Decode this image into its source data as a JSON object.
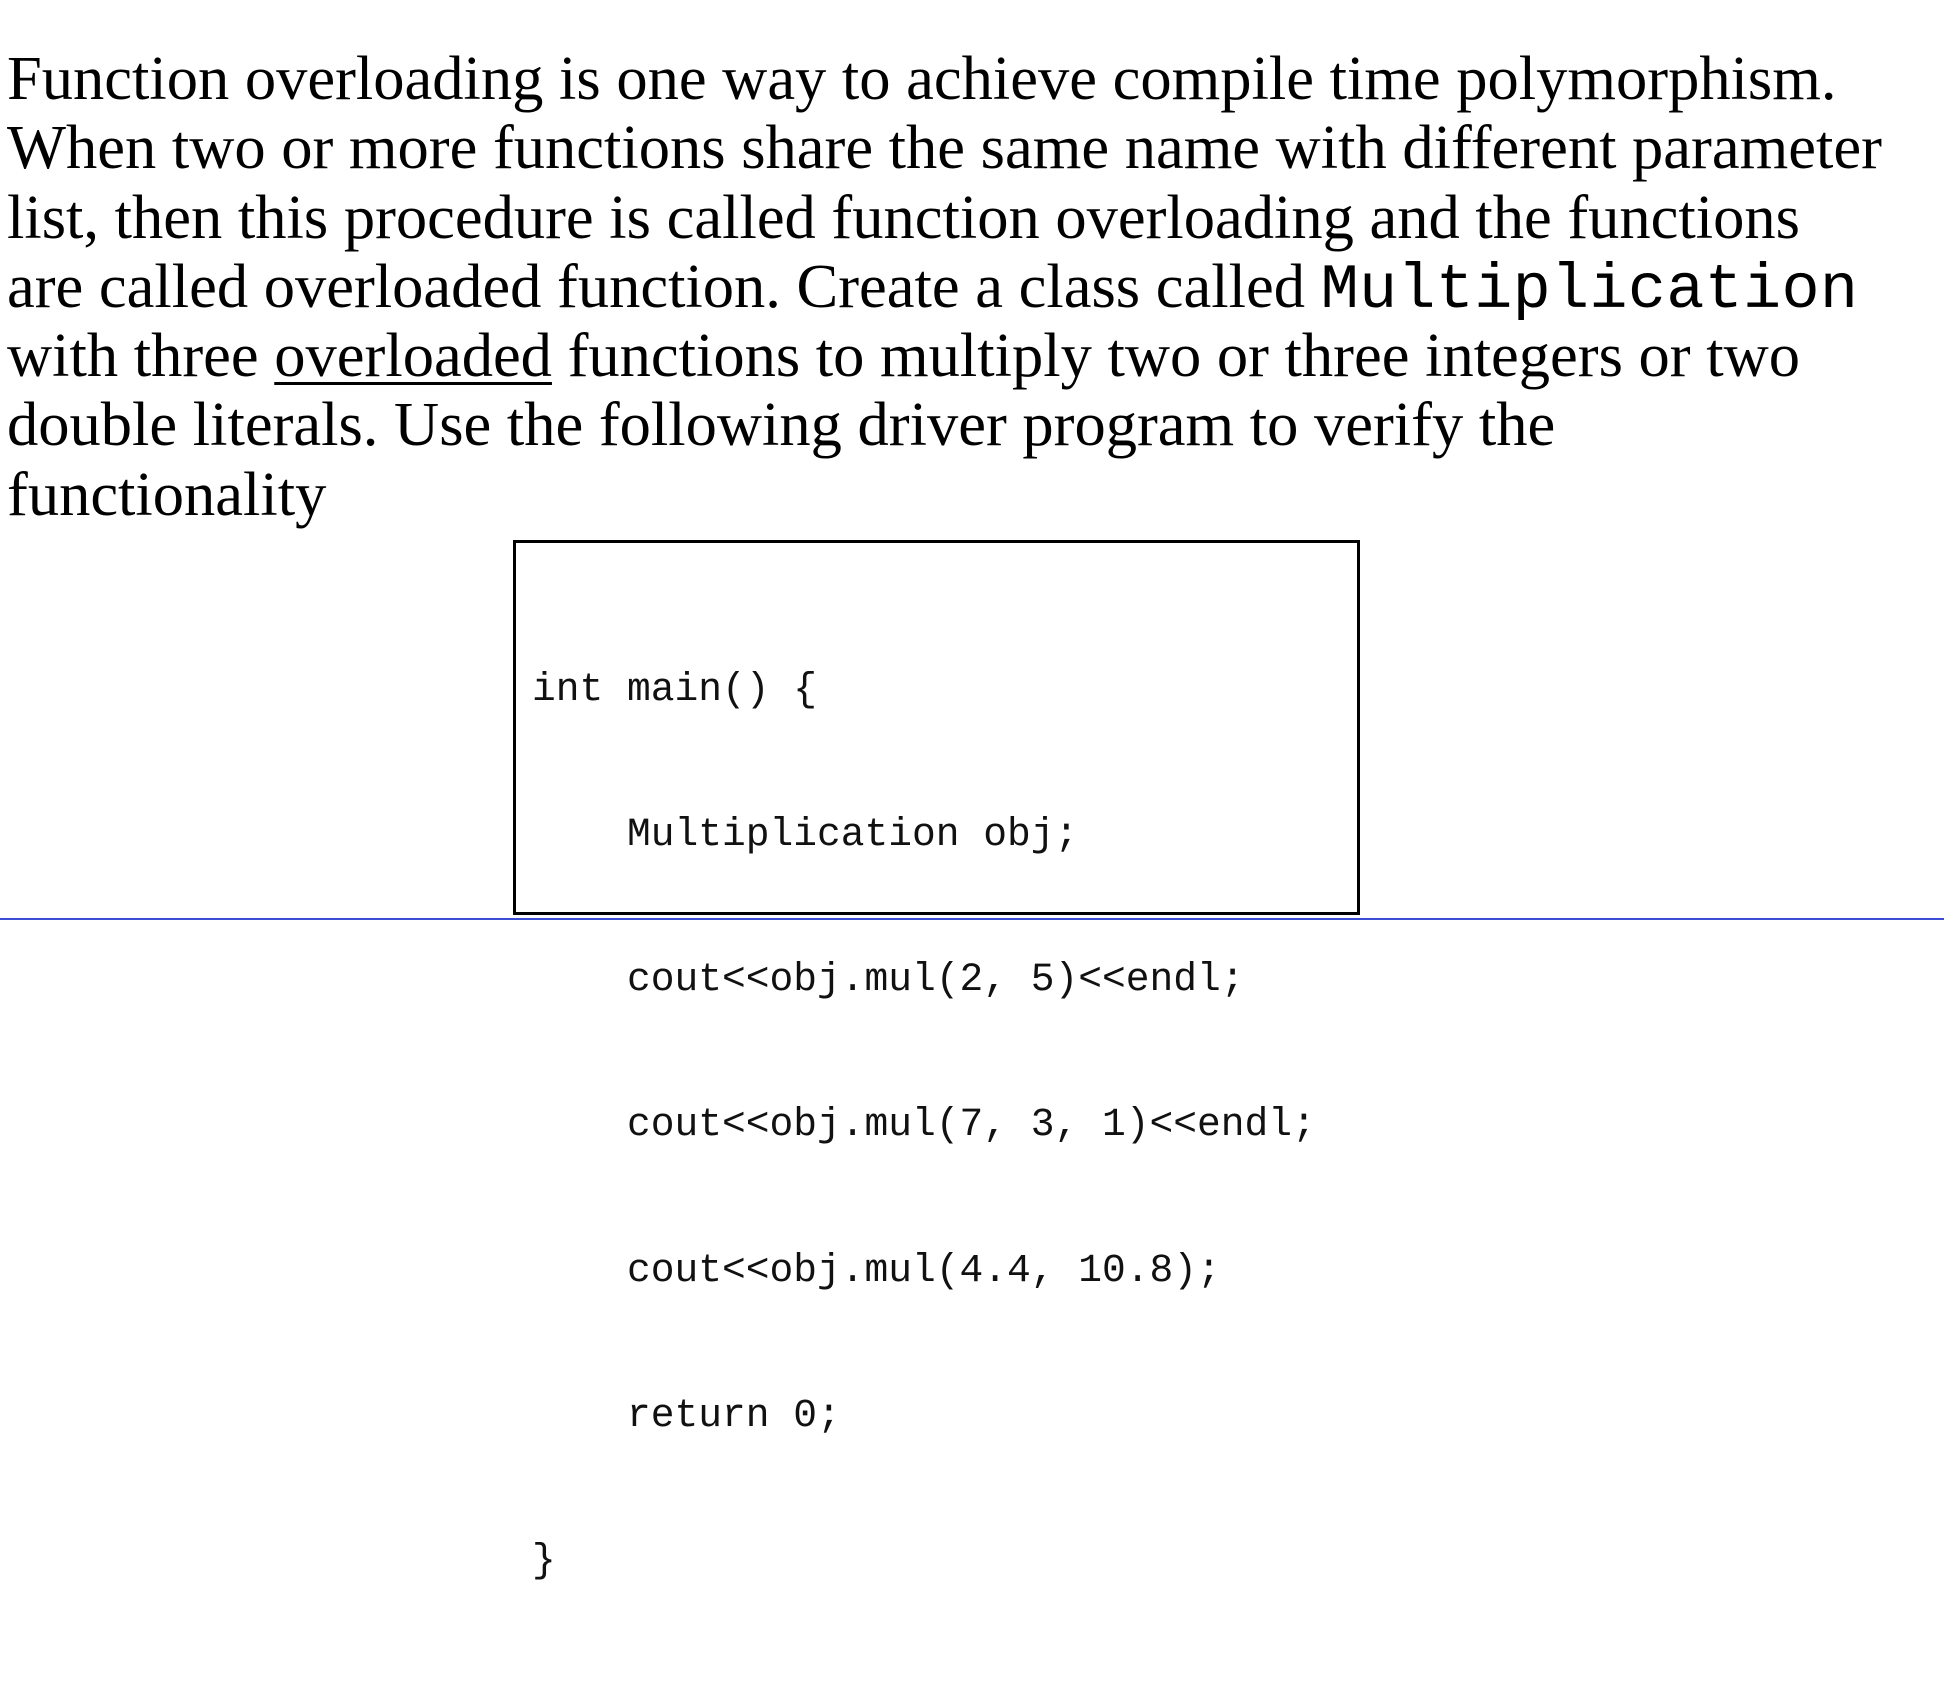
{
  "paragraph": {
    "lines": [
      {
        "text": "Function overloading is one way to achieve compile time polymorphism."
      },
      {
        "text": "When two or more functions share the same name with different parameter"
      },
      {
        "text": "list, then this procedure is called function overloading and the functions"
      },
      {
        "before": "are called overloaded function. Create a class called ",
        "code": "Multiplication"
      },
      {
        "before": "with three ",
        "underlined": "overloaded",
        "after": " functions to multiply two or three integers or two"
      },
      {
        "text": "double literals. Use the following driver program to verify the"
      },
      {
        "text": "functionality"
      }
    ]
  },
  "code_box": {
    "lines": [
      "int main() {",
      "    Multiplication obj;",
      "    cout<<obj.mul(2, 5)<<endl;",
      "    cout<<obj.mul(7, 3, 1)<<endl;",
      "    cout<<obj.mul(4.4, 10.8);",
      "    return 0;",
      "}"
    ]
  },
  "colors": {
    "text": "#000000",
    "code_border": "#000000",
    "bottom_rule": "#3b4fd6"
  }
}
